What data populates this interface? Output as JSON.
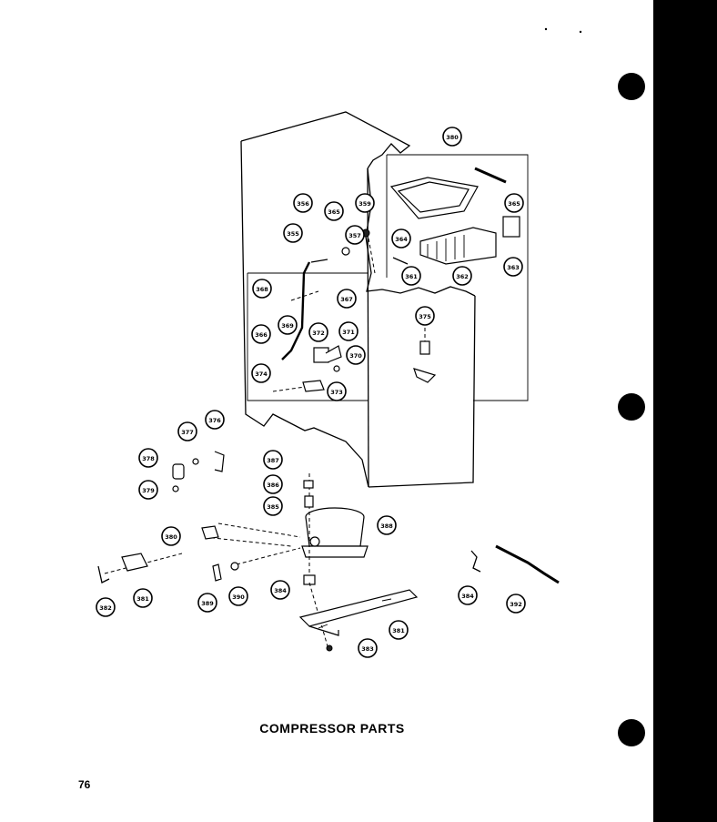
{
  "caption": "COMPRESSOR PARTS",
  "page_number": "76",
  "callouts": [
    {
      "label": "380",
      "kind": "icemaker-assembly"
    },
    {
      "label": "356",
      "kind": "part"
    },
    {
      "label": "365",
      "kind": "part"
    },
    {
      "label": "359",
      "kind": "part"
    },
    {
      "label": "357",
      "kind": "part"
    },
    {
      "label": "355",
      "kind": "part"
    },
    {
      "label": "364",
      "kind": "part"
    },
    {
      "label": "365",
      "kind": "part"
    },
    {
      "label": "363",
      "kind": "part"
    },
    {
      "label": "361",
      "kind": "part"
    },
    {
      "label": "362",
      "kind": "part"
    },
    {
      "label": "368",
      "kind": "part"
    },
    {
      "label": "367",
      "kind": "part"
    },
    {
      "label": "369",
      "kind": "part"
    },
    {
      "label": "366",
      "kind": "part"
    },
    {
      "label": "372",
      "kind": "part"
    },
    {
      "label": "371",
      "kind": "part"
    },
    {
      "label": "370",
      "kind": "part"
    },
    {
      "label": "374",
      "kind": "part"
    },
    {
      "label": "373",
      "kind": "part"
    },
    {
      "label": "375",
      "kind": "part"
    },
    {
      "label": "377",
      "kind": "part"
    },
    {
      "label": "376",
      "kind": "part"
    },
    {
      "label": "378",
      "kind": "part"
    },
    {
      "label": "379",
      "kind": "part"
    },
    {
      "label": "387",
      "kind": "part"
    },
    {
      "label": "386",
      "kind": "part"
    },
    {
      "label": "385",
      "kind": "part"
    },
    {
      "label": "380",
      "kind": "part"
    },
    {
      "label": "388",
      "kind": "compressor"
    },
    {
      "label": "382",
      "kind": "part"
    },
    {
      "label": "381",
      "kind": "part"
    },
    {
      "label": "389",
      "kind": "part"
    },
    {
      "label": "390",
      "kind": "part"
    },
    {
      "label": "384",
      "kind": "part"
    },
    {
      "label": "381",
      "kind": "base-rail"
    },
    {
      "label": "383",
      "kind": "part"
    },
    {
      "label": "384",
      "kind": "part"
    },
    {
      "label": "392",
      "kind": "part"
    }
  ]
}
